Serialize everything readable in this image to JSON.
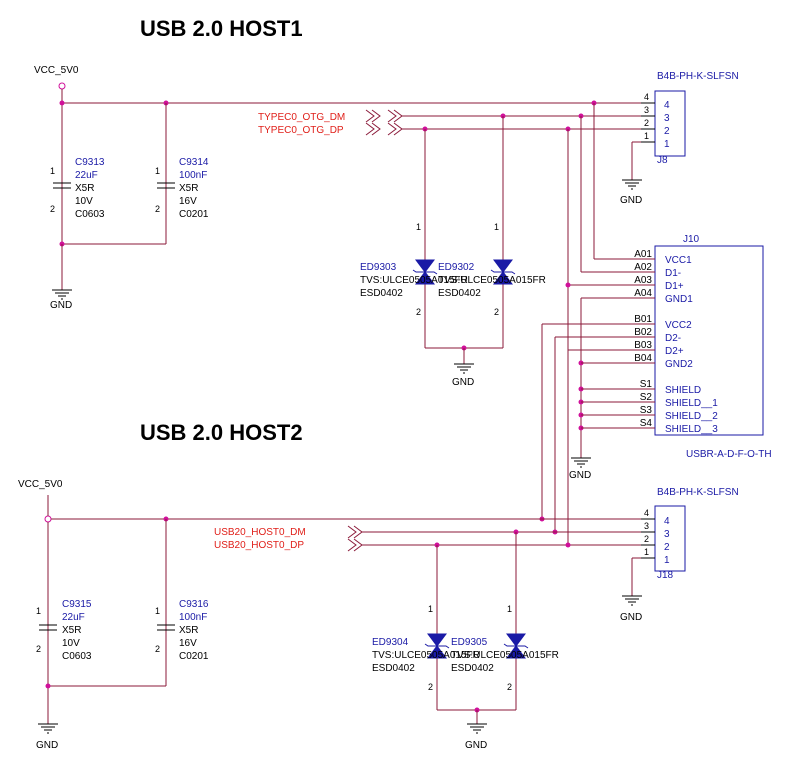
{
  "titles": {
    "host1": "USB 2.0 HOST1",
    "host2": "USB 2.0 HOST2"
  },
  "power": {
    "vcc_label": "VCC_5V0",
    "gnd_label": "GND"
  },
  "nets": {
    "host1_dm": "TYPEC0_OTG_DM",
    "host1_dp": "TYPEC0_OTG_DP",
    "host2_dm": "USB20_HOST0_DM",
    "host2_dp": "USB20_HOST0_DP"
  },
  "caps": {
    "c9313": {
      "ref": "C9313",
      "value": "22uF",
      "dielectric": "X5R",
      "voltage": "10V",
      "package": "C0603"
    },
    "c9314": {
      "ref": "C9314",
      "value": "100nF",
      "dielectric": "X5R",
      "voltage": "16V",
      "package": "C0201"
    },
    "c9315": {
      "ref": "C9315",
      "value": "22uF",
      "dielectric": "X5R",
      "voltage": "10V",
      "package": "C0603"
    },
    "c9316": {
      "ref": "C9316",
      "value": "100nF",
      "dielectric": "X5R",
      "voltage": "16V",
      "package": "C0201"
    }
  },
  "tvs": {
    "ed9303": {
      "ref": "ED9303",
      "part": "TVS:ULCE0505A015FR",
      "package": "ESD0402"
    },
    "ed9302": {
      "ref": "ED9302",
      "part": "TVS:ULCE0505A015FR",
      "package": "ESD0402"
    },
    "ed9304": {
      "ref": "ED9304",
      "part": "TVS:ULCE0505A015FR",
      "package": "ESD0402"
    },
    "ed9305": {
      "ref": "ED9305",
      "part": "TVS:ULCE0505A015FR",
      "package": "ESD0402"
    }
  },
  "j8": {
    "ref": "J8",
    "part": "B4B-PH-K-SLFSN",
    "pins": [
      "4",
      "3",
      "2",
      "1"
    ]
  },
  "j18": {
    "ref": "J18",
    "part": "B4B-PH-K-SLFSN",
    "pins": [
      "4",
      "3",
      "2",
      "1"
    ]
  },
  "j10": {
    "ref": "J10",
    "part": "USBR-A-D-F-O-TH",
    "pins": [
      {
        "num": "A01",
        "name": "VCC1"
      },
      {
        "num": "A02",
        "name": "D1-"
      },
      {
        "num": "A03",
        "name": "D1+"
      },
      {
        "num": "A04",
        "name": "GND1"
      },
      {
        "num": "B01",
        "name": "VCC2"
      },
      {
        "num": "B02",
        "name": "D2-"
      },
      {
        "num": "B03",
        "name": "D2+"
      },
      {
        "num": "B04",
        "name": "GND2"
      },
      {
        "num": "S1",
        "name": "SHIELD"
      },
      {
        "num": "S2",
        "name": "SHIELD__1"
      },
      {
        "num": "S3",
        "name": "SHIELD__2"
      },
      {
        "num": "S4",
        "name": "SHIELD__3"
      }
    ]
  },
  "pin_nums": {
    "one": "1",
    "two": "2"
  },
  "colors": {
    "wire": "#8b1a3a",
    "junction": "#d0109a",
    "net_label": "#e0201a",
    "component": "#1a1aa6"
  }
}
